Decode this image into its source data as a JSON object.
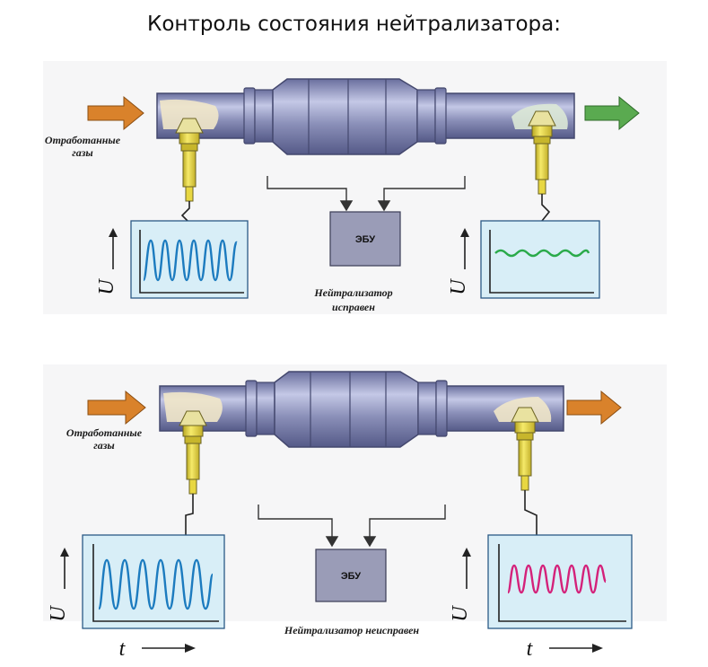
{
  "title": "Контроль состояния нейтрализатора:",
  "colors": {
    "pipe": "#8a8fb8",
    "pipe_dark": "#5f6593",
    "pipe_light": "#c4c8e6",
    "sensor": "#f2e24c",
    "gas_in": "#d9822b",
    "gas_out_ok": "#5aaa50",
    "gas_out_bad": "#d9822b",
    "ecu_fill": "#9a9cb7",
    "monitor_fill": "#d8eef7",
    "wave_front": "#1c7bbf",
    "wave_rear_ok": "#2aaa4a",
    "wave_rear_bad": "#d4217a"
  },
  "top": {
    "exhaust_label_line1": "Отработанные",
    "exhaust_label_line2": "газы",
    "ecu_label": "ЭБУ",
    "status_line1": "Нейтрализатор",
    "status_line2": "исправен",
    "y_axis_symbol": "U"
  },
  "bottom": {
    "exhaust_label_line1": "Отработанные",
    "exhaust_label_line2": "газы",
    "ecu_label": "ЭБУ",
    "status": "Нейтрализатор неисправен",
    "y_axis_symbol": "U",
    "x_axis_symbol": "t"
  }
}
